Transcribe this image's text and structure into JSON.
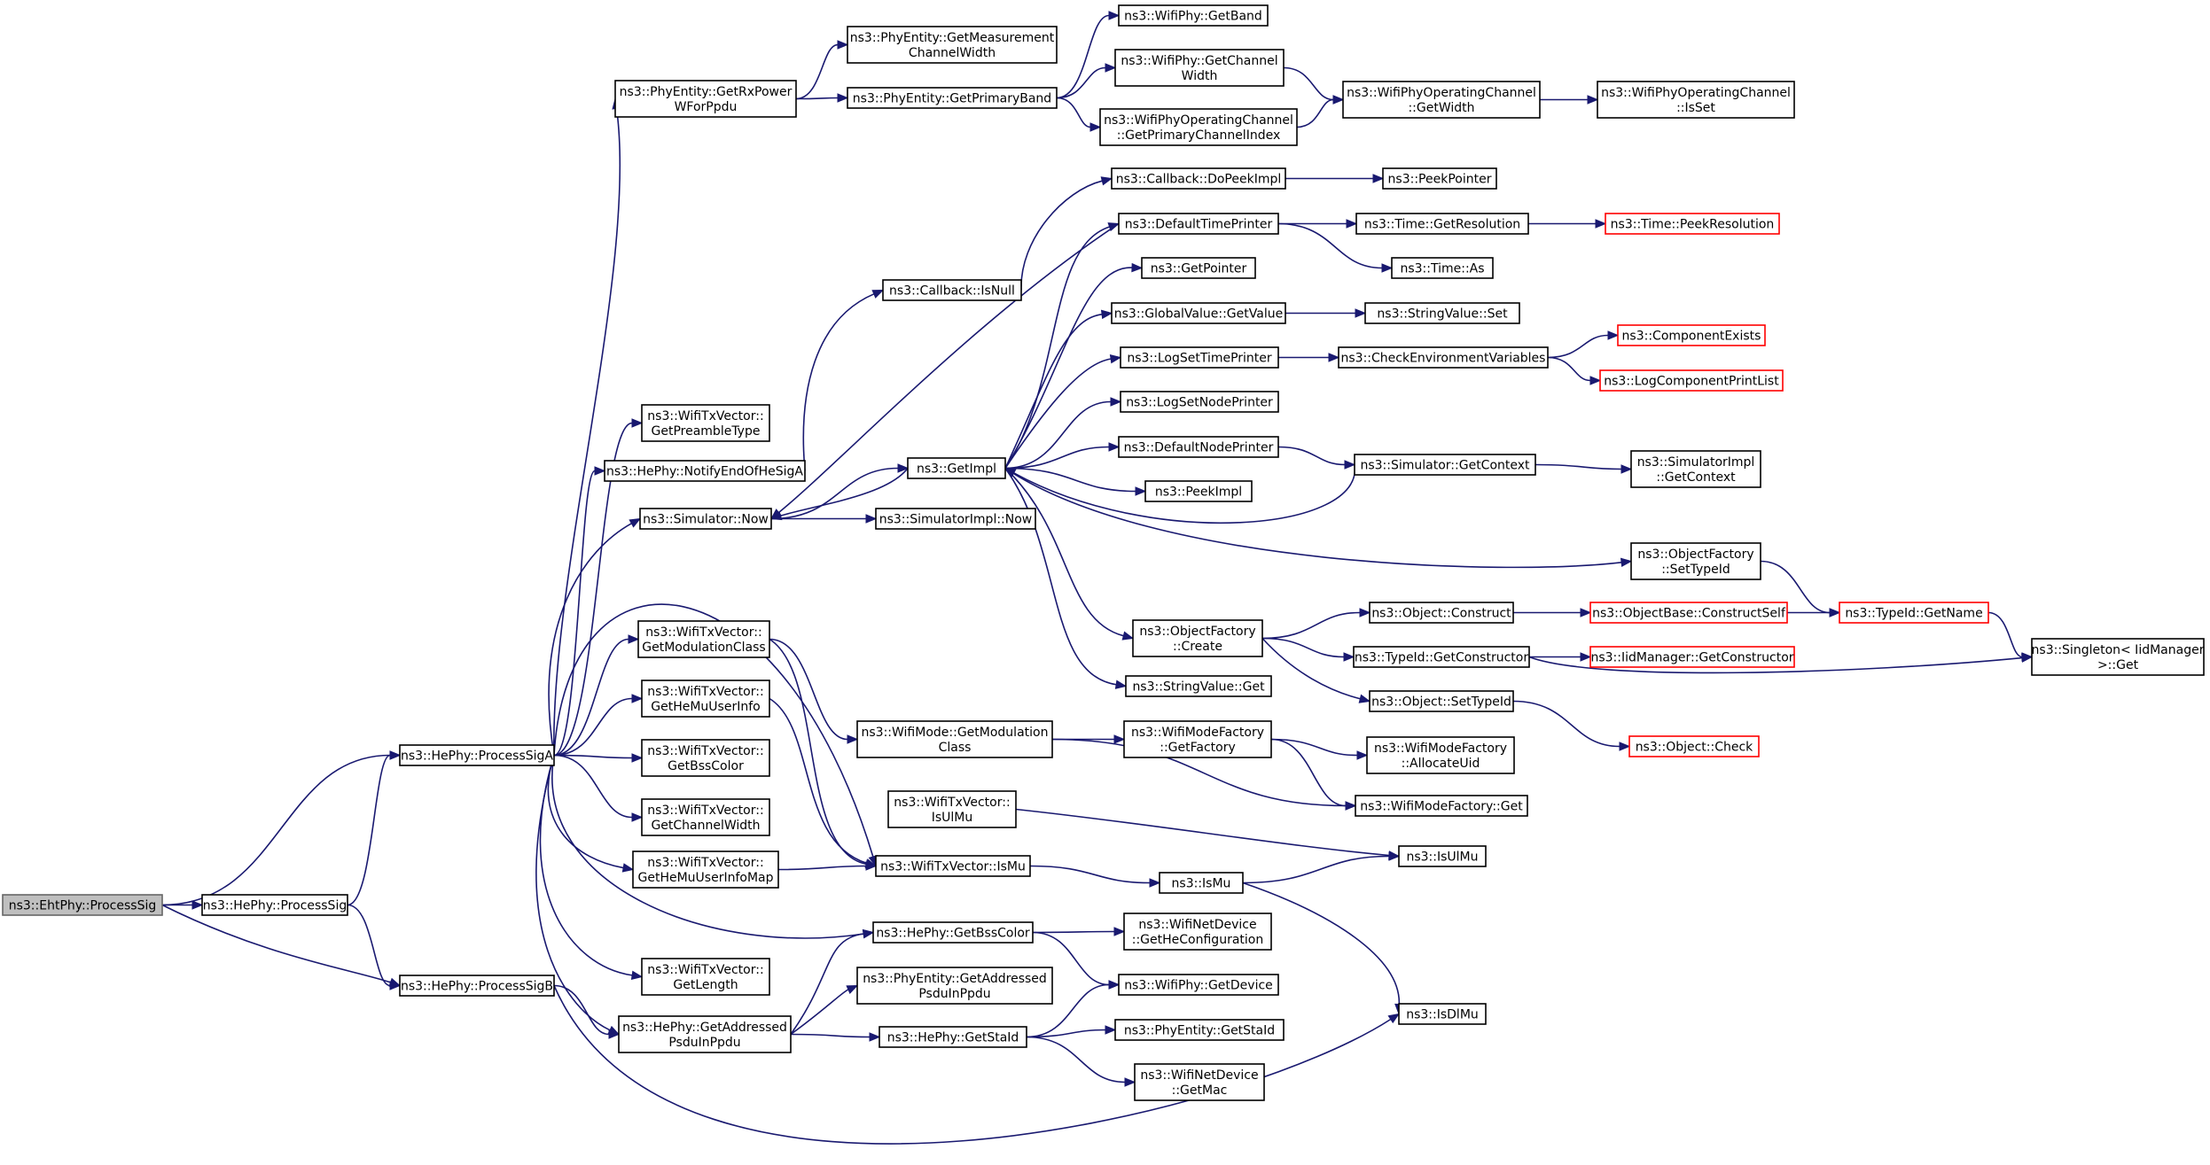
{
  "colors": {
    "edge": "#191970",
    "node_fill": "#ffffff",
    "node_border": "#000000",
    "node_border_truncated": "#ff0000",
    "root_fill": "#bfbfbf",
    "root_border": "#666666"
  },
  "nodes": [
    {
      "id": "n_eht_processsig",
      "lines": [
        "ns3::EhtPhy::ProcessSig"
      ],
      "root": true
    },
    {
      "id": "n_hephy_processsig",
      "lines": [
        "ns3::HePhy::ProcessSig"
      ]
    },
    {
      "id": "n_hephy_processsiga",
      "lines": [
        "ns3::HePhy::ProcessSigA"
      ]
    },
    {
      "id": "n_hephy_processsigb",
      "lines": [
        "ns3::HePhy::ProcessSigB"
      ]
    },
    {
      "id": "n_phyentity_getrxpower",
      "lines": [
        "ns3::PhyEntity::GetRxPower",
        "WForPpdu"
      ]
    },
    {
      "id": "n_phyentity_getmeasurement",
      "lines": [
        "ns3::PhyEntity::GetMeasurement",
        "ChannelWidth"
      ]
    },
    {
      "id": "n_phyentity_getprimaryband",
      "lines": [
        "ns3::PhyEntity::GetPrimaryBand"
      ]
    },
    {
      "id": "n_wifiphy_getband",
      "lines": [
        "ns3::WifiPhy::GetBand"
      ]
    },
    {
      "id": "n_wifiphy_getchannelwidth",
      "lines": [
        "ns3::WifiPhy::GetChannel",
        "Width"
      ]
    },
    {
      "id": "n_wifiphyopch_getprimaryidx",
      "lines": [
        "ns3::WifiPhyOperatingChannel",
        "::GetPrimaryChannelIndex"
      ]
    },
    {
      "id": "n_wifiphyopch_getwidth",
      "lines": [
        "ns3::WifiPhyOperatingChannel",
        "::GetWidth"
      ]
    },
    {
      "id": "n_wifiphyopch_isset",
      "lines": [
        "ns3::WifiPhyOperatingChannel",
        "::IsSet"
      ]
    },
    {
      "id": "n_callback_dopeekimpl",
      "lines": [
        "ns3::Callback::DoPeekImpl"
      ]
    },
    {
      "id": "n_peekpointer",
      "lines": [
        "ns3::PeekPointer"
      ]
    },
    {
      "id": "n_callback_isnull",
      "lines": [
        "ns3::Callback::IsNull"
      ]
    },
    {
      "id": "n_defaulttimeprinter",
      "lines": [
        "ns3::DefaultTimePrinter"
      ]
    },
    {
      "id": "n_time_getresolution",
      "lines": [
        "ns3::Time::GetResolution"
      ]
    },
    {
      "id": "n_time_peekresolution",
      "lines": [
        "ns3::Time::PeekResolution"
      ],
      "truncated": true
    },
    {
      "id": "n_time_as",
      "lines": [
        "ns3::Time::As"
      ]
    },
    {
      "id": "n_getpointer",
      "lines": [
        "ns3::GetPointer"
      ]
    },
    {
      "id": "n_globalvalue_getvalue",
      "lines": [
        "ns3::GlobalValue::GetValue"
      ]
    },
    {
      "id": "n_stringvalue_set",
      "lines": [
        "ns3::StringValue::Set"
      ]
    },
    {
      "id": "n_logsettimeprinter",
      "lines": [
        "ns3::LogSetTimePrinter"
      ]
    },
    {
      "id": "n_checkenvvars",
      "lines": [
        "ns3::CheckEnvironmentVariables"
      ]
    },
    {
      "id": "n_componentexists",
      "lines": [
        "ns3::ComponentExists"
      ],
      "truncated": true
    },
    {
      "id": "n_logcomponentprintlist",
      "lines": [
        "ns3::LogComponentPrintList"
      ],
      "truncated": true
    },
    {
      "id": "n_logsetnodeprinter",
      "lines": [
        "ns3::LogSetNodePrinter"
      ]
    },
    {
      "id": "n_defaultnodeprinter",
      "lines": [
        "ns3::DefaultNodePrinter"
      ]
    },
    {
      "id": "n_simulator_getcontext",
      "lines": [
        "ns3::Simulator::GetContext"
      ]
    },
    {
      "id": "n_simulatorimpl_getcontext",
      "lines": [
        "ns3::SimulatorImpl",
        "::GetContext"
      ]
    },
    {
      "id": "n_peekimpl",
      "lines": [
        "ns3::PeekImpl"
      ]
    },
    {
      "id": "n_getimpl",
      "lines": [
        "ns3::GetImpl"
      ]
    },
    {
      "id": "n_wifitxvector_getpreambletype",
      "lines": [
        "ns3::WifiTxVector::",
        "GetPreambleType"
      ]
    },
    {
      "id": "n_hephy_notifyendofhesiga",
      "lines": [
        "ns3::HePhy::NotifyEndOfHeSigA"
      ]
    },
    {
      "id": "n_simulator_now",
      "lines": [
        "ns3::Simulator::Now"
      ]
    },
    {
      "id": "n_simulatorimpl_now",
      "lines": [
        "ns3::SimulatorImpl::Now"
      ]
    },
    {
      "id": "n_objectfactory_settypeid",
      "lines": [
        "ns3::ObjectFactory",
        "::SetTypeId"
      ]
    },
    {
      "id": "n_objectfactory_create",
      "lines": [
        "ns3::ObjectFactory",
        "::Create"
      ]
    },
    {
      "id": "n_object_construct",
      "lines": [
        "ns3::Object::Construct"
      ]
    },
    {
      "id": "n_objectbase_constructself",
      "lines": [
        "ns3::ObjectBase::ConstructSelf"
      ],
      "truncated": true
    },
    {
      "id": "n_typeid_getname",
      "lines": [
        "ns3::TypeId::GetName"
      ],
      "truncated": true
    },
    {
      "id": "n_singleton_get",
      "lines": [
        "ns3::Singleton< IidManager",
        " >::Get"
      ]
    },
    {
      "id": "n_typeid_getconstructor",
      "lines": [
        "ns3::TypeId::GetConstructor"
      ]
    },
    {
      "id": "n_iidmanager_getconstructor",
      "lines": [
        "ns3::IidManager::GetConstructor"
      ],
      "truncated": true
    },
    {
      "id": "n_object_settypeid",
      "lines": [
        "ns3::Object::SetTypeId"
      ]
    },
    {
      "id": "n_object_check",
      "lines": [
        "ns3::Object::Check"
      ],
      "truncated": true
    },
    {
      "id": "n_stringvalue_get",
      "lines": [
        "ns3::StringValue::Get"
      ]
    },
    {
      "id": "n_wifitxvector_getmodclass",
      "lines": [
        "ns3::WifiTxVector::",
        "GetModulationClass"
      ]
    },
    {
      "id": "n_wifimode_getmodclass",
      "lines": [
        "ns3::WifiMode::GetModulation",
        "Class"
      ]
    },
    {
      "id": "n_wifimodefactory_getfactory",
      "lines": [
        "ns3::WifiModeFactory",
        "::GetFactory"
      ]
    },
    {
      "id": "n_wifimodefactory_allocateuid",
      "lines": [
        "ns3::WifiModeFactory",
        "::AllocateUid"
      ]
    },
    {
      "id": "n_wifimodefactory_get",
      "lines": [
        "ns3::WifiModeFactory::Get"
      ]
    },
    {
      "id": "n_wifitxvector_gethemuuserinfo",
      "lines": [
        "ns3::WifiTxVector::",
        "GetHeMuUserInfo"
      ]
    },
    {
      "id": "n_wifitxvector_getbsscolor",
      "lines": [
        "ns3::WifiTxVector::",
        "GetBssColor"
      ]
    },
    {
      "id": "n_wifitxvector_getchannelwidth",
      "lines": [
        "ns3::WifiTxVector::",
        "GetChannelWidth"
      ]
    },
    {
      "id": "n_wifitxvector_isulmu",
      "lines": [
        "ns3::WifiTxVector::",
        "IsUlMu"
      ]
    },
    {
      "id": "n_isulmu",
      "lines": [
        "ns3::IsUlMu"
      ]
    },
    {
      "id": "n_wifitxvector_gethemuuserinfomap",
      "lines": [
        "ns3::WifiTxVector::",
        "GetHeMuUserInfoMap"
      ]
    },
    {
      "id": "n_wifitxvector_ismu",
      "lines": [
        "ns3::WifiTxVector::IsMu"
      ]
    },
    {
      "id": "n_ismu",
      "lines": [
        "ns3::IsMu"
      ]
    },
    {
      "id": "n_hephy_getbsscolor",
      "lines": [
        "ns3::HePhy::GetBssColor"
      ]
    },
    {
      "id": "n_wifinetdevice_gethecfg",
      "lines": [
        "ns3::WifiNetDevice",
        "::GetHeConfiguration"
      ]
    },
    {
      "id": "n_phyentity_getaddressedpsdu",
      "lines": [
        "ns3::PhyEntity::GetAddressed",
        "PsduInPpdu"
      ]
    },
    {
      "id": "n_wifiphy_getdevice",
      "lines": [
        "ns3::WifiPhy::GetDevice"
      ]
    },
    {
      "id": "n_wifitxvector_getlength",
      "lines": [
        "ns3::WifiTxVector::",
        "GetLength"
      ]
    },
    {
      "id": "n_hephy_getaddressedpsdu",
      "lines": [
        "ns3::HePhy::GetAddressed",
        "PsduInPpdu"
      ]
    },
    {
      "id": "n_hephy_getstaid",
      "lines": [
        "ns3::HePhy::GetStaId"
      ]
    },
    {
      "id": "n_phyentity_getstaid",
      "lines": [
        "ns3::PhyEntity::GetStaId"
      ]
    },
    {
      "id": "n_wifinetdevice_getmac",
      "lines": [
        "ns3::WifiNetDevice",
        "::GetMac"
      ]
    },
    {
      "id": "n_isdlmu",
      "lines": [
        "ns3::IsDlMu"
      ]
    }
  ],
  "edges": [
    [
      "n_eht_processsig",
      "n_hephy_processsig"
    ],
    [
      "n_eht_processsig",
      "n_hephy_processsiga"
    ],
    [
      "n_eht_processsig",
      "n_hephy_processsigb"
    ],
    [
      "n_hephy_processsig",
      "n_hephy_processsiga"
    ],
    [
      "n_hephy_processsig",
      "n_hephy_processsigb"
    ],
    [
      "n_hephy_processsiga",
      "n_phyentity_getrxpower"
    ],
    [
      "n_hephy_processsiga",
      "n_wifitxvector_getpreambletype"
    ],
    [
      "n_hephy_processsiga",
      "n_hephy_notifyendofhesiga"
    ],
    [
      "n_hephy_processsiga",
      "n_simulator_now"
    ],
    [
      "n_hephy_processsiga",
      "n_wifitxvector_getmodclass"
    ],
    [
      "n_hephy_processsiga",
      "n_wifitxvector_gethemuuserinfo"
    ],
    [
      "n_hephy_processsiga",
      "n_wifitxvector_getbsscolor"
    ],
    [
      "n_hephy_processsiga",
      "n_wifitxvector_getchannelwidth"
    ],
    [
      "n_hephy_processsiga",
      "n_wifitxvector_gethemuuserinfomap"
    ],
    [
      "n_hephy_processsiga",
      "n_wifitxvector_getlength"
    ],
    [
      "n_hephy_processsiga",
      "n_hephy_getbsscolor"
    ],
    [
      "n_hephy_processsiga",
      "n_hephy_getaddressedpsdu"
    ],
    [
      "n_hephy_processsiga",
      "n_wifitxvector_ismu"
    ],
    [
      "n_hephy_processsigb",
      "n_hephy_getaddressedpsdu"
    ],
    [
      "n_hephy_processsigb",
      "n_isdlmu"
    ],
    [
      "n_phyentity_getrxpower",
      "n_phyentity_getmeasurement"
    ],
    [
      "n_phyentity_getrxpower",
      "n_phyentity_getprimaryband"
    ],
    [
      "n_phyentity_getprimaryband",
      "n_wifiphy_getband"
    ],
    [
      "n_phyentity_getprimaryband",
      "n_wifiphy_getchannelwidth"
    ],
    [
      "n_phyentity_getprimaryband",
      "n_wifiphyopch_getprimaryidx"
    ],
    [
      "n_wifiphy_getchannelwidth",
      "n_wifiphyopch_getwidth"
    ],
    [
      "n_wifiphyopch_getprimaryidx",
      "n_wifiphyopch_getwidth"
    ],
    [
      "n_wifiphyopch_getwidth",
      "n_wifiphyopch_isset"
    ],
    [
      "n_hephy_notifyendofhesiga",
      "n_callback_isnull"
    ],
    [
      "n_callback_isnull",
      "n_callback_dopeekimpl"
    ],
    [
      "n_callback_dopeekimpl",
      "n_peekpointer"
    ],
    [
      "n_simulator_now",
      "n_getimpl"
    ],
    [
      "n_simulator_now",
      "n_simulatorimpl_now"
    ],
    [
      "n_getimpl",
      "n_defaulttimeprinter"
    ],
    [
      "n_getimpl",
      "n_getpointer"
    ],
    [
      "n_getimpl",
      "n_globalvalue_getvalue"
    ],
    [
      "n_getimpl",
      "n_logsettimeprinter"
    ],
    [
      "n_getimpl",
      "n_logsetnodeprinter"
    ],
    [
      "n_getimpl",
      "n_defaultnodeprinter"
    ],
    [
      "n_getimpl",
      "n_peekimpl"
    ],
    [
      "n_getimpl",
      "n_objectfactory_settypeid"
    ],
    [
      "n_getimpl",
      "n_objectfactory_create"
    ],
    [
      "n_getimpl",
      "n_stringvalue_get"
    ],
    [
      "n_getimpl",
      "n_simulator_now"
    ],
    [
      "n_defaulttimeprinter",
      "n_simulator_now"
    ],
    [
      "n_defaulttimeprinter",
      "n_time_getresolution"
    ],
    [
      "n_defaulttimeprinter",
      "n_time_as"
    ],
    [
      "n_time_getresolution",
      "n_time_peekresolution"
    ],
    [
      "n_globalvalue_getvalue",
      "n_stringvalue_set"
    ],
    [
      "n_logsettimeprinter",
      "n_checkenvvars"
    ],
    [
      "n_checkenvvars",
      "n_componentexists"
    ],
    [
      "n_checkenvvars",
      "n_logcomponentprintlist"
    ],
    [
      "n_defaultnodeprinter",
      "n_simulator_getcontext"
    ],
    [
      "n_simulator_getcontext",
      "n_simulatorimpl_getcontext"
    ],
    [
      "n_simulator_getcontext",
      "n_getimpl"
    ],
    [
      "n_objectfactory_settypeid",
      "n_typeid_getname"
    ],
    [
      "n_objectfactory_create",
      "n_object_construct"
    ],
    [
      "n_objectfactory_create",
      "n_typeid_getconstructor"
    ],
    [
      "n_objectfactory_create",
      "n_object_settypeid"
    ],
    [
      "n_object_construct",
      "n_objectbase_constructself"
    ],
    [
      "n_objectbase_constructself",
      "n_typeid_getname"
    ],
    [
      "n_typeid_getname",
      "n_singleton_get"
    ],
    [
      "n_typeid_getconstructor",
      "n_iidmanager_getconstructor"
    ],
    [
      "n_typeid_getconstructor",
      "n_singleton_get"
    ],
    [
      "n_object_settypeid",
      "n_object_check"
    ],
    [
      "n_wifitxvector_getmodclass",
      "n_wifimode_getmodclass"
    ],
    [
      "n_wifitxvector_getmodclass",
      "n_wifitxvector_ismu"
    ],
    [
      "n_wifimode_getmodclass",
      "n_wifimodefactory_getfactory"
    ],
    [
      "n_wifimode_getmodclass",
      "n_wifimodefactory_get"
    ],
    [
      "n_wifimodefactory_getfactory",
      "n_wifimodefactory_allocateuid"
    ],
    [
      "n_wifimodefactory_getfactory",
      "n_wifimodefactory_get"
    ],
    [
      "n_wifitxvector_gethemuuserinfo",
      "n_wifitxvector_ismu"
    ],
    [
      "n_wifitxvector_gethemuuserinfomap",
      "n_wifitxvector_ismu"
    ],
    [
      "n_wifitxvector_isulmu",
      "n_isulmu"
    ],
    [
      "n_wifitxvector_ismu",
      "n_ismu"
    ],
    [
      "n_ismu",
      "n_isulmu"
    ],
    [
      "n_ismu",
      "n_isdlmu"
    ],
    [
      "n_hephy_getbsscolor",
      "n_wifinetdevice_gethecfg"
    ],
    [
      "n_hephy_getbsscolor",
      "n_wifiphy_getdevice"
    ],
    [
      "n_hephy_getaddressedpsdu",
      "n_hephy_getbsscolor"
    ],
    [
      "n_hephy_getaddressedpsdu",
      "n_phyentity_getaddressedpsdu"
    ],
    [
      "n_hephy_getaddressedpsdu",
      "n_hephy_getstaid"
    ],
    [
      "n_hephy_getstaid",
      "n_phyentity_getstaid"
    ],
    [
      "n_hephy_getstaid",
      "n_wifinetdevice_getmac"
    ],
    [
      "n_hephy_getstaid",
      "n_wifiphy_getdevice"
    ]
  ]
}
